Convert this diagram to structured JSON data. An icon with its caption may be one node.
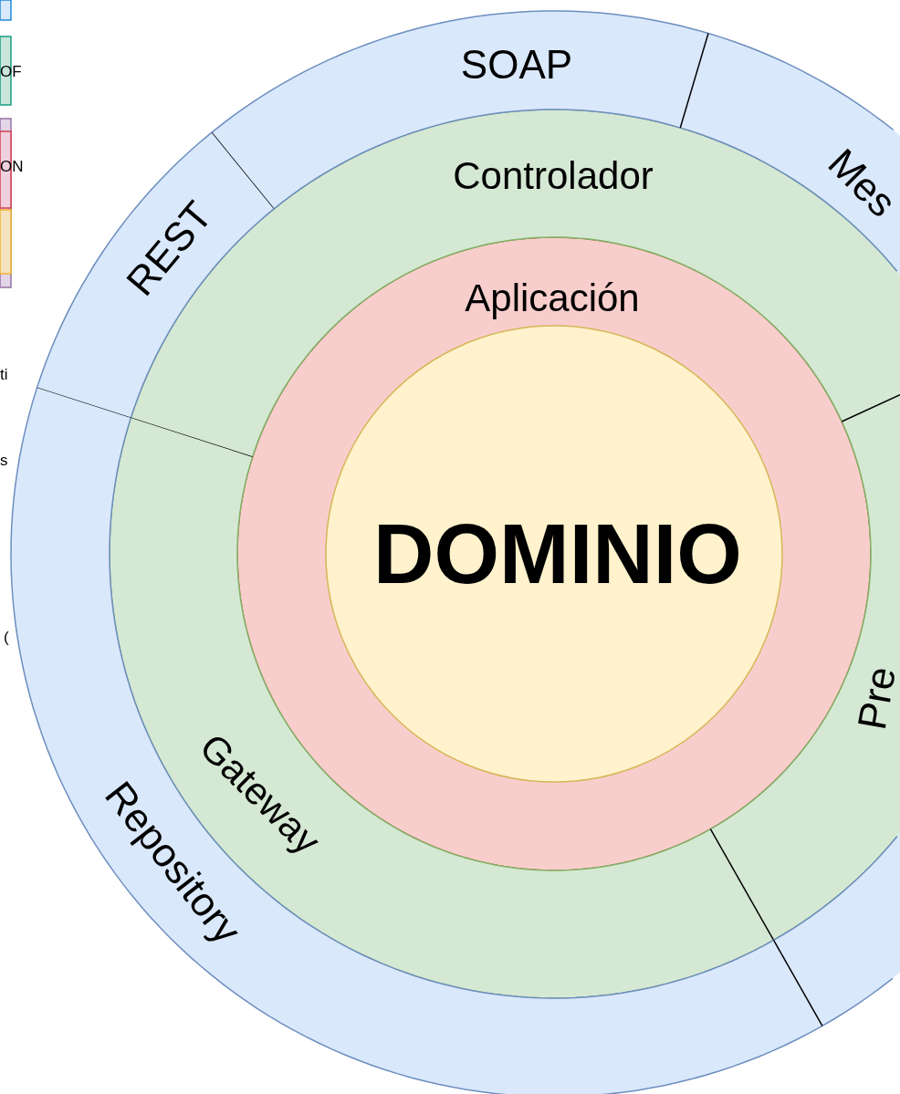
{
  "diagram": {
    "nodes": [
      {
        "text": [
          "SOAP"
        ]
      },
      {
        "text": [
          "Mes"
        ]
      },
      {
        "text": [
          "REST"
        ]
      },
      {
        "text": [],
        "shape": "wedge"
      },
      {
        "text": [
          "Repository"
        ]
      },
      {
        "text": [
          "Controlador"
        ]
      },
      {
        "text": [
          "Pre"
        ]
      },
      {
        "text": [
          "Gateway"
        ]
      },
      {
        "text": [
          "Aplicación"
        ]
      },
      {
        "text": [
          "DOMINIO"
        ],
        "in": 8
      }
    ],
    "labels": [
      "OF",
      "ON",
      "ti",
      "s",
      "("
    ]
  }
}
